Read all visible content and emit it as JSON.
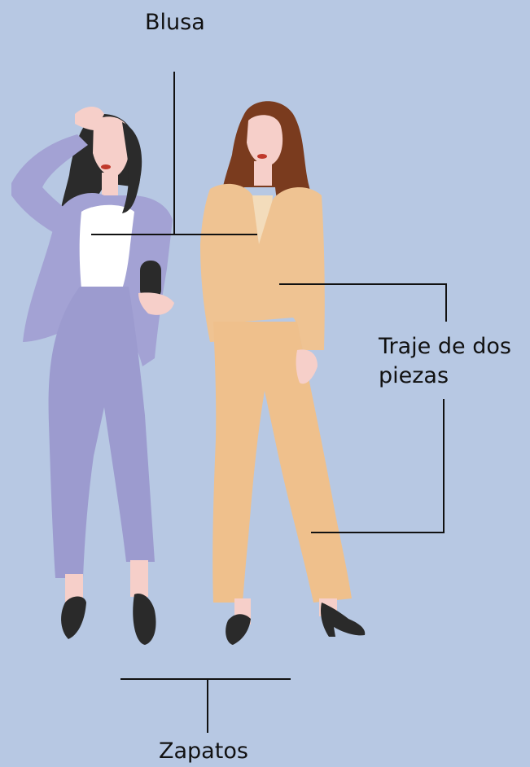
{
  "labels": {
    "blouse": "Blusa",
    "suit_line1": "Traje de dos",
    "suit_line2": "piezas",
    "shoes": "Zapatos"
  },
  "colors": {
    "background": "#b7c8e3",
    "lavender_suit": "#a3a2d4",
    "beige_suit": "#efc392",
    "skin": "#f6cfc9",
    "hair_dark": "#2b2b2b",
    "hair_brown": "#7a3b1e",
    "shoes": "#2a2a2a",
    "blouse": "#ffffff",
    "line": "#111111"
  }
}
